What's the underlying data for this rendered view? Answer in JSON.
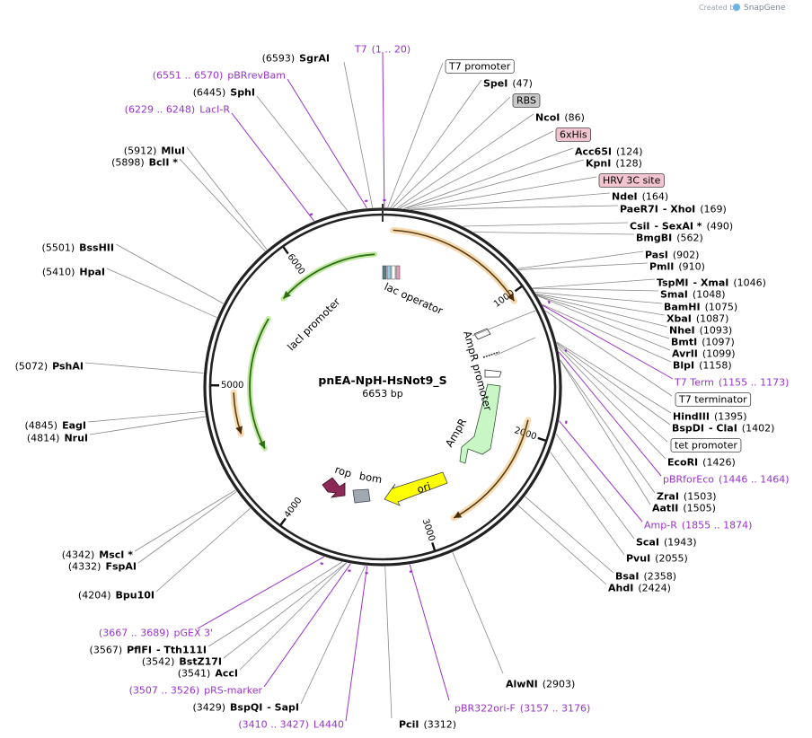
{
  "credit": {
    "text": "Created by",
    "brand": "SnapGene"
  },
  "plasmid": {
    "name": "pnEA-NpH-HsNot9_S",
    "size": "6653 bp",
    "length": 6653
  },
  "colors": {
    "backbone": "#222222",
    "primer": "#9933cc",
    "enzyme_line": "#888888",
    "promoter": "#5aa02c",
    "orange": "#e39a23",
    "ampR": "#c8f7c5",
    "rop": "#8b2a57",
    "bom": "#a0a8b0",
    "ori": "#ffff00",
    "tag_pink": "#f2c4cf",
    "tag_gray": "#c8c8c8"
  },
  "ticks": [
    {
      "label": "1000",
      "pos": 1000
    },
    {
      "label": "2000",
      "pos": 2000
    },
    {
      "label": "3000",
      "pos": 3000
    },
    {
      "label": "4000",
      "pos": 4000
    },
    {
      "label": "5000",
      "pos": 5000
    },
    {
      "label": "6000",
      "pos": 6000
    }
  ],
  "features": [
    {
      "name": "lac operator",
      "pos": 20
    },
    {
      "name": "lacI promoter",
      "pos": 6330
    },
    {
      "name": "AmpR promoter",
      "pos": 1500
    },
    {
      "name": "AmpR",
      "pos": 2300
    },
    {
      "name": "rop",
      "pos": 3900
    },
    {
      "name": "bom",
      "pos": 3600
    },
    {
      "name": "ori",
      "pos": 2900
    }
  ],
  "labels": [
    {
      "id": "sgrai",
      "parts": [
        [
          "(6593)",
          "n"
        ],
        [
          "SgrAI",
          "b"
        ]
      ],
      "pos": 6593
    },
    {
      "id": "pbrrevbam",
      "parts": [
        [
          "(6551 .. 6570)",
          "p"
        ],
        [
          "pBRrevBam",
          "p"
        ]
      ],
      "pos": 6560
    },
    {
      "id": "sphi",
      "parts": [
        [
          "(6445)",
          "n"
        ],
        [
          "SphI",
          "b"
        ]
      ],
      "pos": 6445
    },
    {
      "id": "laci-r",
      "parts": [
        [
          "(6229 .. 6248)",
          "p"
        ],
        [
          "LacI-R",
          "p"
        ]
      ],
      "pos": 6238
    },
    {
      "id": "mlui",
      "parts": [
        [
          "(5912)",
          "n"
        ],
        [
          "MluI",
          "b"
        ]
      ],
      "pos": 5912
    },
    {
      "id": "bcli",
      "parts": [
        [
          "(5898)",
          "n"
        ],
        [
          "BclI *",
          "b"
        ]
      ],
      "pos": 5898
    },
    {
      "id": "bsshii",
      "parts": [
        [
          "(5501)",
          "n"
        ],
        [
          "BssHII",
          "b"
        ]
      ],
      "pos": 5501
    },
    {
      "id": "hpai",
      "parts": [
        [
          "(5410)",
          "n"
        ],
        [
          "HpaI",
          "b"
        ]
      ],
      "pos": 5410
    },
    {
      "id": "pshai",
      "parts": [
        [
          "(5072)",
          "n"
        ],
        [
          "PshAI",
          "b"
        ]
      ],
      "pos": 5072
    },
    {
      "id": "eagi",
      "parts": [
        [
          "(4845)",
          "n"
        ],
        [
          "EagI",
          "b"
        ]
      ],
      "pos": 4845
    },
    {
      "id": "nrui",
      "parts": [
        [
          "(4814)",
          "n"
        ],
        [
          "NruI",
          "b"
        ]
      ],
      "pos": 4814
    },
    {
      "id": "msci",
      "parts": [
        [
          "(4342)",
          "n"
        ],
        [
          "MscI *",
          "b"
        ]
      ],
      "pos": 4342
    },
    {
      "id": "fspai",
      "parts": [
        [
          "(4332)",
          "n"
        ],
        [
          "FspAI",
          "b"
        ]
      ],
      "pos": 4332
    },
    {
      "id": "bpu10i",
      "parts": [
        [
          "(4204)",
          "n"
        ],
        [
          "Bpu10I",
          "b"
        ]
      ],
      "pos": 4204
    },
    {
      "id": "pgex3",
      "parts": [
        [
          "(3667 .. 3689)",
          "p"
        ],
        [
          "pGEX 3'",
          "p"
        ]
      ],
      "pos": 3678
    },
    {
      "id": "pflfi",
      "parts": [
        [
          "(3567)",
          "n"
        ],
        [
          "PflFI",
          "b"
        ],
        [
          "- Tth111I",
          "b"
        ]
      ],
      "pos": 3567
    },
    {
      "id": "bstz17i",
      "parts": [
        [
          "(3542)",
          "n"
        ],
        [
          "BstZ17I",
          "b"
        ]
      ],
      "pos": 3542
    },
    {
      "id": "acci",
      "parts": [
        [
          "(3541)",
          "n"
        ],
        [
          "AccI",
          "b"
        ]
      ],
      "pos": 3541
    },
    {
      "id": "prs-marker",
      "parts": [
        [
          "(3507 .. 3526)",
          "p"
        ],
        [
          "pRS-marker",
          "p"
        ]
      ],
      "pos": 3516
    },
    {
      "id": "bspqi",
      "parts": [
        [
          "(3429)",
          "n"
        ],
        [
          "BspQI",
          "b"
        ],
        [
          "- SapI",
          "b"
        ]
      ],
      "pos": 3429
    },
    {
      "id": "l4440",
      "parts": [
        [
          "(3410 .. 3427)",
          "p"
        ],
        [
          "L4440",
          "p"
        ]
      ],
      "pos": 3418
    },
    {
      "id": "pcii",
      "parts": [
        [
          "PciI",
          "b"
        ],
        [
          "(3312)",
          "n"
        ]
      ],
      "pos": 3312
    },
    {
      "id": "pbr322ori-f",
      "parts": [
        [
          "pBR322ori-F",
          "p"
        ],
        [
          "(3157 .. 3176)",
          "p"
        ]
      ],
      "pos": 3166
    },
    {
      "id": "alwni",
      "parts": [
        [
          "AlwNI",
          "b"
        ],
        [
          "(2903)",
          "n"
        ]
      ],
      "pos": 2903
    },
    {
      "id": "ahdi",
      "parts": [
        [
          "AhdI",
          "b"
        ],
        [
          "(2424)",
          "n"
        ]
      ],
      "pos": 2424
    },
    {
      "id": "bsai",
      "parts": [
        [
          "BsaI",
          "b"
        ],
        [
          "(2358)",
          "n"
        ]
      ],
      "pos": 2358
    },
    {
      "id": "pvui",
      "parts": [
        [
          "PvuI",
          "b"
        ],
        [
          "(2055)",
          "n"
        ]
      ],
      "pos": 2055
    },
    {
      "id": "scai",
      "parts": [
        [
          "ScaI",
          "b"
        ],
        [
          "(1943)",
          "n"
        ]
      ],
      "pos": 1943
    },
    {
      "id": "amp-r",
      "parts": [
        [
          "Amp-R",
          "p"
        ],
        [
          "(1855 .. 1874)",
          "p"
        ]
      ],
      "pos": 1864
    },
    {
      "id": "aatii",
      "parts": [
        [
          "AatII",
          "b"
        ],
        [
          "(1505)",
          "n"
        ]
      ],
      "pos": 1505
    },
    {
      "id": "zrai",
      "parts": [
        [
          "ZraI",
          "b"
        ],
        [
          "(1503)",
          "n"
        ]
      ],
      "pos": 1503
    },
    {
      "id": "pbrforeco",
      "parts": [
        [
          "pBRforEco",
          "p"
        ],
        [
          "(1446 .. 1464)",
          "p"
        ]
      ],
      "pos": 1455
    },
    {
      "id": "ecori",
      "parts": [
        [
          "EcoRI",
          "b"
        ],
        [
          "(1426)",
          "n"
        ]
      ],
      "pos": 1426
    },
    {
      "id": "tet-promoter",
      "parts": [
        [
          "tet promoter",
          "box"
        ]
      ],
      "pos": 1410
    },
    {
      "id": "bspdi",
      "parts": [
        [
          "BspDI",
          "b"
        ],
        [
          "- ClaI",
          "b"
        ],
        [
          "(1402)",
          "n"
        ]
      ],
      "pos": 1402
    },
    {
      "id": "hindiii",
      "parts": [
        [
          "HindIII",
          "b"
        ],
        [
          "(1395)",
          "n"
        ]
      ],
      "pos": 1395
    },
    {
      "id": "t7-terminator",
      "parts": [
        [
          "T7 terminator",
          "box"
        ]
      ],
      "pos": 1200
    },
    {
      "id": "t7-term",
      "parts": [
        [
          "T7 Term",
          "p"
        ],
        [
          "(1155 .. 1173)",
          "p"
        ]
      ],
      "pos": 1164
    },
    {
      "id": "blpi",
      "parts": [
        [
          "BlpI",
          "b"
        ],
        [
          "(1158)",
          "n"
        ]
      ],
      "pos": 1158
    },
    {
      "id": "avrii",
      "parts": [
        [
          "AvrII",
          "b"
        ],
        [
          "(1099)",
          "n"
        ]
      ],
      "pos": 1099
    },
    {
      "id": "bmti",
      "parts": [
        [
          "BmtI",
          "b"
        ],
        [
          "(1097)",
          "n"
        ]
      ],
      "pos": 1097
    },
    {
      "id": "nhei",
      "parts": [
        [
          "NheI",
          "b"
        ],
        [
          "(1093)",
          "n"
        ]
      ],
      "pos": 1093
    },
    {
      "id": "xbai",
      "parts": [
        [
          "XbaI",
          "b"
        ],
        [
          "(1087)",
          "n"
        ]
      ],
      "pos": 1087
    },
    {
      "id": "bamhi",
      "parts": [
        [
          "BamHI",
          "b"
        ],
        [
          "(1075)",
          "n"
        ]
      ],
      "pos": 1075
    },
    {
      "id": "smai",
      "parts": [
        [
          "SmaI",
          "b"
        ],
        [
          "(1048)",
          "n"
        ]
      ],
      "pos": 1048
    },
    {
      "id": "tspmi",
      "parts": [
        [
          "TspMI",
          "b"
        ],
        [
          "- XmaI",
          "b"
        ],
        [
          "(1046)",
          "n"
        ]
      ],
      "pos": 1046
    },
    {
      "id": "pmli",
      "parts": [
        [
          "PmlI",
          "b"
        ],
        [
          "(910)",
          "n"
        ]
      ],
      "pos": 910
    },
    {
      "id": "pasi",
      "parts": [
        [
          "PasI",
          "b"
        ],
        [
          "(902)",
          "n"
        ]
      ],
      "pos": 902
    },
    {
      "id": "bmgbi",
      "parts": [
        [
          "BmgBI",
          "b"
        ],
        [
          "(562)",
          "n"
        ]
      ],
      "pos": 562
    },
    {
      "id": "csii",
      "parts": [
        [
          "CsiI",
          "b"
        ],
        [
          "- SexAI *",
          "b"
        ],
        [
          "(490)",
          "n"
        ]
      ],
      "pos": 490
    },
    {
      "id": "paer7i",
      "parts": [
        [
          "PaeR7I",
          "b"
        ],
        [
          "- XhoI",
          "b"
        ],
        [
          "(169)",
          "n"
        ]
      ],
      "pos": 169
    },
    {
      "id": "ndei",
      "parts": [
        [
          "NdeI",
          "b"
        ],
        [
          "(164)",
          "n"
        ]
      ],
      "pos": 164
    },
    {
      "id": "hrv3c",
      "parts": [
        [
          "HRV 3C site",
          "pink"
        ]
      ],
      "pos": 145
    },
    {
      "id": "kpni",
      "parts": [
        [
          "KpnI",
          "b"
        ],
        [
          "(128)",
          "n"
        ]
      ],
      "pos": 128
    },
    {
      "id": "acc65i",
      "parts": [
        [
          "Acc65I",
          "b"
        ],
        [
          "(124)",
          "n"
        ]
      ],
      "pos": 124
    },
    {
      "id": "6xhis",
      "parts": [
        [
          "6xHis",
          "pink"
        ]
      ],
      "pos": 100
    },
    {
      "id": "ncoi",
      "parts": [
        [
          "NcoI",
          "b"
        ],
        [
          "(86)",
          "n"
        ]
      ],
      "pos": 86
    },
    {
      "id": "rbs",
      "parts": [
        [
          "RBS",
          "gray"
        ]
      ],
      "pos": 60
    },
    {
      "id": "spei",
      "parts": [
        [
          "SpeI",
          "b"
        ],
        [
          "(47)",
          "n"
        ]
      ],
      "pos": 47
    },
    {
      "id": "t7-promoter",
      "parts": [
        [
          "T7 promoter",
          "box"
        ]
      ],
      "pos": 30
    },
    {
      "id": "t7",
      "parts": [
        [
          "T7",
          "p"
        ],
        [
          "(1 .. 20)",
          "p"
        ]
      ],
      "pos": 10
    }
  ]
}
